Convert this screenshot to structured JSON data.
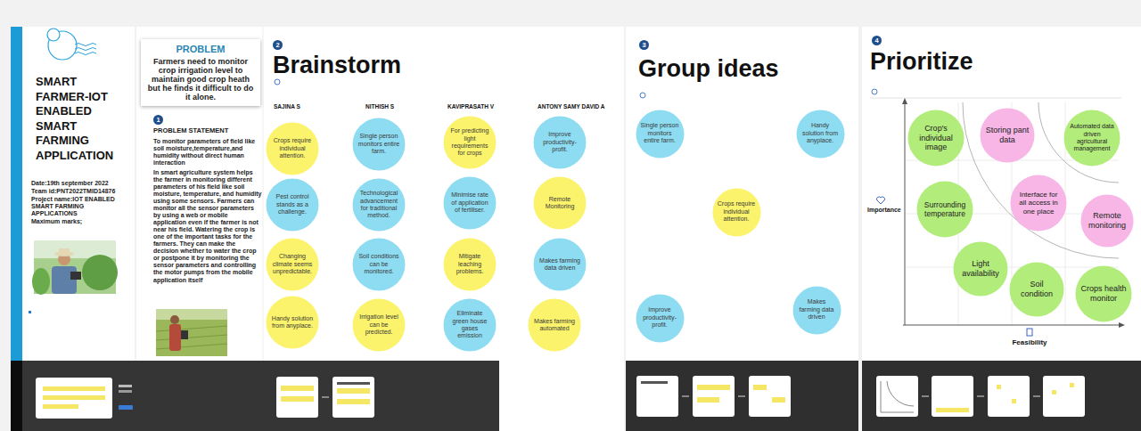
{
  "diagram": {
    "title": "SMART FARMER-IOT ENABLED SMART FARMING APPLICATION",
    "nodes": [
      {
        "text": [
          "PROBLEM",
          "Farmers need to monitor crop irrigation level to maintain good crop heath but he finds it difficult to do it alone."
        ]
      },
      {
        "text": [
          "Crops require individual attention."
        ]
      },
      {
        "text": [
          "Pest control stands as a challenge."
        ]
      },
      {
        "text": [
          "Changing climate seems unpredictable."
        ]
      },
      {
        "text": [
          "Handy solution from anyplace."
        ]
      },
      {
        "text": [
          "Single person monitors entire farm."
        ]
      },
      {
        "text": [
          "Technological advancement for traditional method."
        ]
      },
      {
        "text": [
          "Soil conditions can be monitored."
        ]
      },
      {
        "text": [
          "Irrigation level can be predicted."
        ]
      },
      {
        "text": [
          "For predicting light requirements for crops"
        ]
      },
      {
        "text": [
          "Minimise rate of application of fertiliser."
        ]
      },
      {
        "text": [
          "Mitigate leaching problems."
        ]
      },
      {
        "text": [
          "Eliminate green house gases emission"
        ]
      },
      {
        "text": [
          "Improve productivity-profit."
        ]
      },
      {
        "text": [
          "Remote Monitoring"
        ]
      },
      {
        "text": [
          "Makes farming data driven"
        ]
      },
      {
        "text": [
          "Makes farming automated"
        ]
      },
      {
        "text": [
          "Single person monitors entire farm."
        ]
      },
      {
        "text": [
          "Handy solution from anyplace."
        ]
      },
      {
        "text": [
          "Crops require individual attention."
        ]
      },
      {
        "text": [
          "Improve productivity-profit."
        ]
      },
      {
        "text": [
          "Makes farming data driven"
        ]
      },
      {
        "text": [
          "Crop's individual image"
        ]
      },
      {
        "text": [
          "Storing pant data"
        ]
      },
      {
        "text": [
          "Automated data driven agricultural management"
        ]
      },
      {
        "text": [
          "Surrounding temperature"
        ]
      },
      {
        "text": [
          "Interface for all access in one place"
        ]
      },
      {
        "text": [
          "Remote monitoring"
        ]
      },
      {
        "text": [
          "Light availability"
        ]
      },
      {
        "text": [
          "Soil condition"
        ]
      },
      {
        "text": [
          "Crops health monitor"
        ]
      }
    ],
    "labels": [
      "Date:19th september 2022",
      "Team id:PNT2022TMID14876",
      "Project name:IOT ENABLED SMART FARMING APPLICATIONS",
      "Maximum marks;",
      "1",
      "PROBLEM STATEMENT",
      "To monitor parameters of field like soil moisture,temperature,and humidity without direct human interaction",
      "In smart agriculture system helps the farmer in monitoring different parameters of his field like soil moisture, temperature, and humidity using some sensors. Farmers can monitor all the sensor parameters by using a web or mobile application even if the farmer is not near his field. Watering the crop is one of the important tasks for the farmers. They can make the decision whether to water the crop or postpone it by monitoring the sensor parameters and controlling the motor pumps from the mobile application itself",
      "2",
      "Brainstorm",
      "SAJINA S",
      "NITHISH S",
      "KAVIPRASATH V",
      "ANTONY SAMY DAVID A",
      "3",
      "Group ideas",
      "4",
      "Prioritize",
      "Importance",
      "Feasibility"
    ]
  }
}
